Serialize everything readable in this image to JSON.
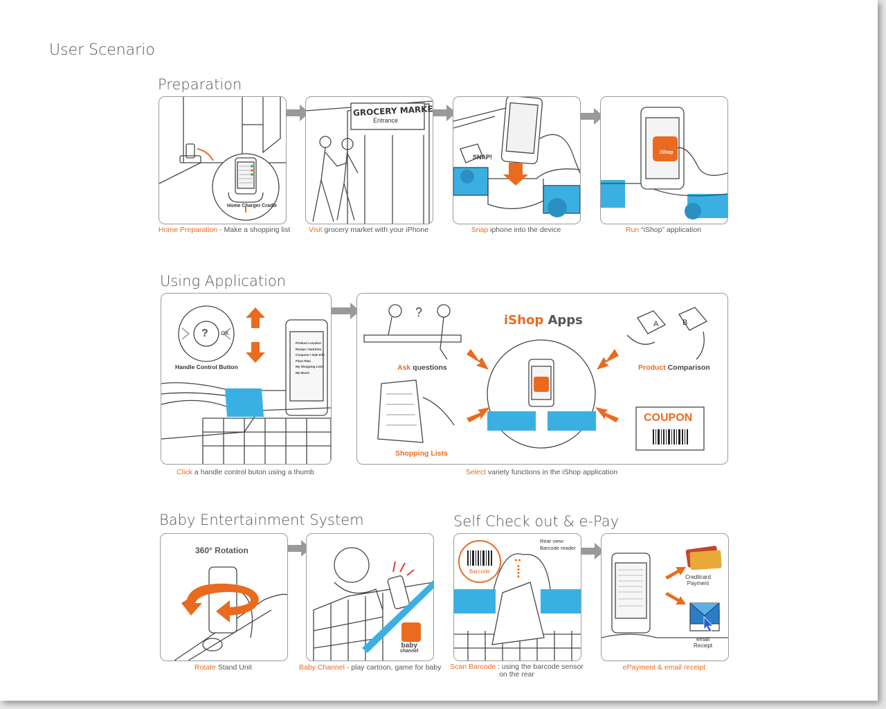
{
  "page_title": "User Scenario",
  "sections": {
    "preparation": "Preparation",
    "using": "Using Application",
    "baby": "Baby Entertainment System",
    "checkout": "Self Check out & e-Pay"
  },
  "captions": {
    "p1": {
      "hl": "Home Preparation",
      "rest": " - Make a shopping list"
    },
    "p2": {
      "hl": "Visit",
      "rest": " grocery market with your iPhone"
    },
    "p3": {
      "hl": "Snap",
      "rest": " iphone into the device"
    },
    "p4": {
      "hl": "Run",
      "rest": " “iShop” application"
    },
    "u1": {
      "hl": "Click",
      "rest": "  a handle control buton using a thumb"
    },
    "u2": {
      "hl": "Select",
      "rest": " variety functions in the iShop application"
    },
    "b1": {
      "hl": "Rotate",
      "rest": " Stand Unit"
    },
    "b2": {
      "hl": "Baby Channel",
      "rest": " - play cartoon, game for baby"
    },
    "c1": {
      "hl": "Scan Barcode",
      "rest": " : using the barcode sensor",
      "line2": "on the rear"
    },
    "c2": {
      "hl": "ePayment & email receipt",
      "rest": ""
    }
  },
  "labels": {
    "cradle": "Home Charger Cradle",
    "grocery_line1": "GROCERY MARKET",
    "grocery_line2": "Entrance",
    "snap": "SNAP!",
    "handle_control": "Handle Control Button",
    "ok": "OK",
    "question": "?",
    "ishop_brand": "iShop",
    "apps_word": "Apps",
    "ask_hl": "Ask",
    "ask_rest": " questions",
    "product_hl": "Product",
    "product_rest": " Comparison",
    "shopping_lists": "Shopping Lists",
    "coupon": "COUPON",
    "rotation": "360° Rotation",
    "baby_word": "baby",
    "channel_word": "channel",
    "rear_view_1": "Rear view:",
    "rear_view_2": "Barcode reader",
    "barcode": "Barcode",
    "credit_1": "Creditcard",
    "credit_2": "Payment",
    "email_1": "email",
    "email_2": "Receipt",
    "box_a": "A",
    "box_b": "B",
    "ishop_icon": "iShop"
  },
  "phone_menu": [
    "Product Location",
    "Recipe / Nutrition",
    "Coupons / Sale Info",
    "Floor Plan",
    "My Shopping Lists",
    "My Music"
  ],
  "colors": {
    "accent": "#ea6a1f",
    "blue": "#3ab0e2",
    "line": "#444444"
  },
  "icons": [
    "arrow-right-icon",
    "cart-icon",
    "envelope-icon",
    "credit-card-icon",
    "barcode-icon"
  ]
}
